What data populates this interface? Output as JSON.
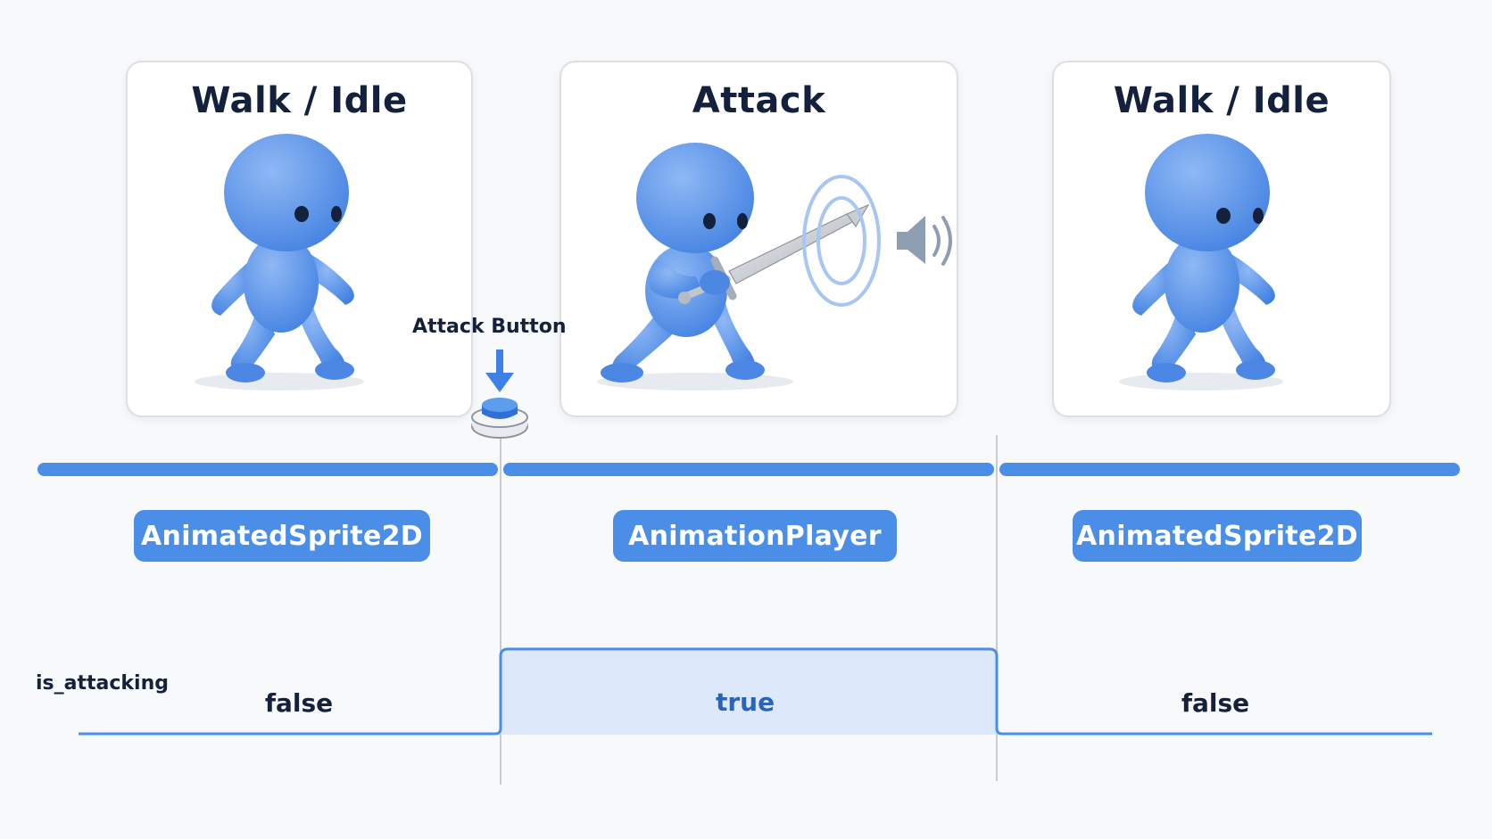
{
  "panels": [
    {
      "title": "Walk / Idle",
      "pose": "walk"
    },
    {
      "title": "Attack",
      "pose": "attack"
    },
    {
      "title": "Walk / Idle",
      "pose": "walk"
    }
  ],
  "attack_button": {
    "label": "Attack Button"
  },
  "timeline": {
    "segments": [
      {
        "label": "AnimatedSprite2D"
      },
      {
        "label": "AnimationPlayer"
      },
      {
        "label": "AnimatedSprite2D"
      }
    ]
  },
  "signal": {
    "variable": "is_attacking",
    "states": [
      "false",
      "true",
      "false"
    ]
  },
  "colors": {
    "character": "#5b95ea",
    "accent": "#4a8ee8",
    "text": "#13213d",
    "true_fill": "#dde9fb",
    "true_text": "#2a63b8"
  },
  "icons": [
    "sword-icon",
    "sound-wave-icon",
    "speaker-icon",
    "down-arrow-icon",
    "push-button-icon"
  ]
}
